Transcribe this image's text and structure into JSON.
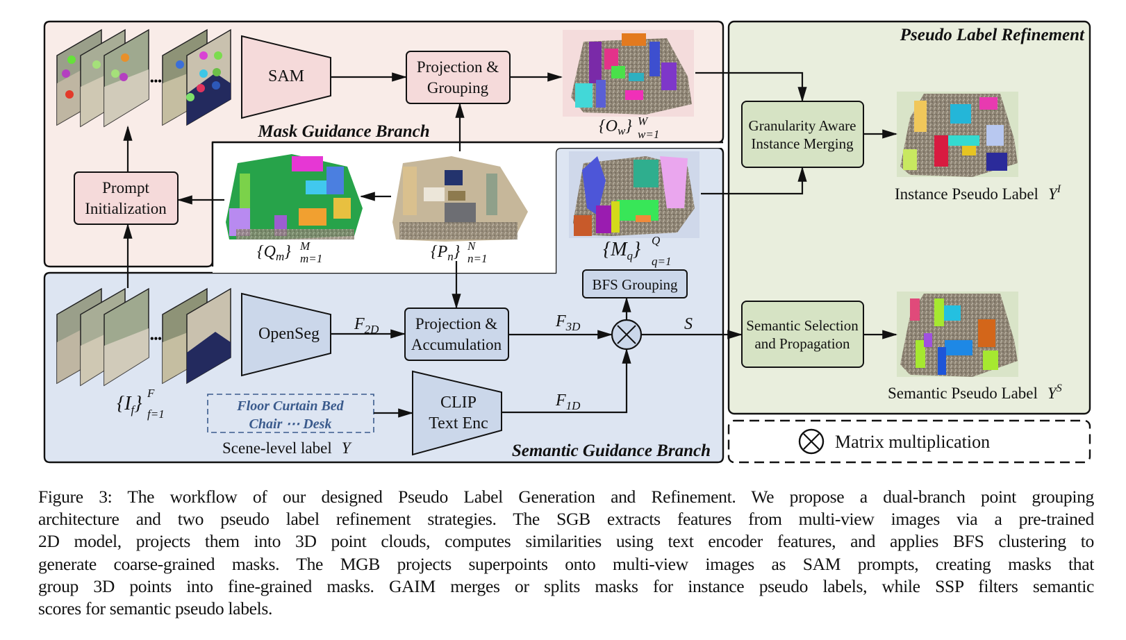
{
  "figure": {
    "colors": {
      "mask_branch_bg": "#f9ece8",
      "semantic_branch_bg": "#dde5f2",
      "refinement_bg": "#e9eedd",
      "mask_block_fill": "#f5dada",
      "semantic_block_fill": "#cbd7ea",
      "refine_block_fill": "#d6e3c4",
      "scene_label_text": "#3a5a8c",
      "stroke": "#111111"
    },
    "mask_branch": {
      "title": "Mask Guidance Branch",
      "sam_label": "SAM",
      "projection_grouping_line1": "Projection &",
      "projection_grouping_line2": "Grouping",
      "prompt_init_line1": "Prompt",
      "prompt_init_line2": "Initialization",
      "output_symbol": "{O_w}_{w=1}^{W}",
      "output_main": "{O",
      "output_sub_inner": "w",
      "output_close": "}",
      "output_sup": "W",
      "output_sub": "w=1",
      "superpoints_main": "{Q",
      "superpoints_sub_inner": "m",
      "superpoints_close": "}",
      "superpoints_sup": "M",
      "superpoints_sub": "m=1",
      "pointcloud_main": "{P",
      "pointcloud_sub_inner": "n",
      "pointcloud_close": "}",
      "pointcloud_sup": "N",
      "pointcloud_sub": "n=1",
      "ellipsis": "•••"
    },
    "semantic_branch": {
      "title": "Semantic Guidance Branch",
      "openseg_label": "OpenSeg",
      "f2d_main": "F",
      "f2d_sub": "2D",
      "proj_accum_line1": "Projection &",
      "proj_accum_line2": "Accumulation",
      "f3d_main": "F",
      "f3d_sub": "3D",
      "clip_line1": "CLIP",
      "clip_line2": "Text Enc",
      "f1d_main": "F",
      "f1d_sub": "1D",
      "s_label": "S",
      "bfs_label": "BFS Grouping",
      "masks_main": "{M",
      "masks_sub_inner": "q",
      "masks_close": "}",
      "masks_sup": "Q",
      "masks_sub": "q=1",
      "images_main": "{I",
      "images_sub_inner": "f",
      "images_close": "}",
      "images_sup": "F",
      "images_sub": "f=1",
      "scene_words_line1": "Floor Curtain Bed",
      "scene_words_line2": "Chair ⋯ Desk",
      "scene_label_caption": "Scene-level label",
      "scene_label_symbol": "Y",
      "ellipsis": "•••"
    },
    "refinement": {
      "title": "Pseudo Label Refinement",
      "gaim_line1": "Granularity Aware",
      "gaim_line2": "Instance Merging",
      "instance_label": "Instance Pseudo Label",
      "instance_symbol": "Y",
      "instance_sup": "I",
      "ssp_line1": "Semantic Selection",
      "ssp_line2": "and Propagation",
      "semantic_label": "Semantic Pseudo Label",
      "semantic_symbol": "Y",
      "semantic_sup": "S"
    },
    "legend": {
      "icon": "circled-times-icon",
      "label": "Matrix multiplication"
    }
  },
  "caption": {
    "lines": [
      "Figure 3: The workflow of our designed Pseudo Label Generation and Refinement. We propose a dual-branch point grouping",
      "architecture and two pseudo label refinement strategies. The SGB extracts features from multi-view images via a pre-trained",
      "2D model, projects them into 3D point clouds, computes similarities using text encoder features, and applies BFS clustering to",
      "generate coarse-grained masks. The MGB projects superpoints onto multi-view images as SAM prompts, creating masks that",
      "group 3D points into fine-grained masks. GAIM merges or splits masks for instance pseudo labels, while SSP filters semantic",
      "scores for semantic pseudo labels."
    ]
  }
}
